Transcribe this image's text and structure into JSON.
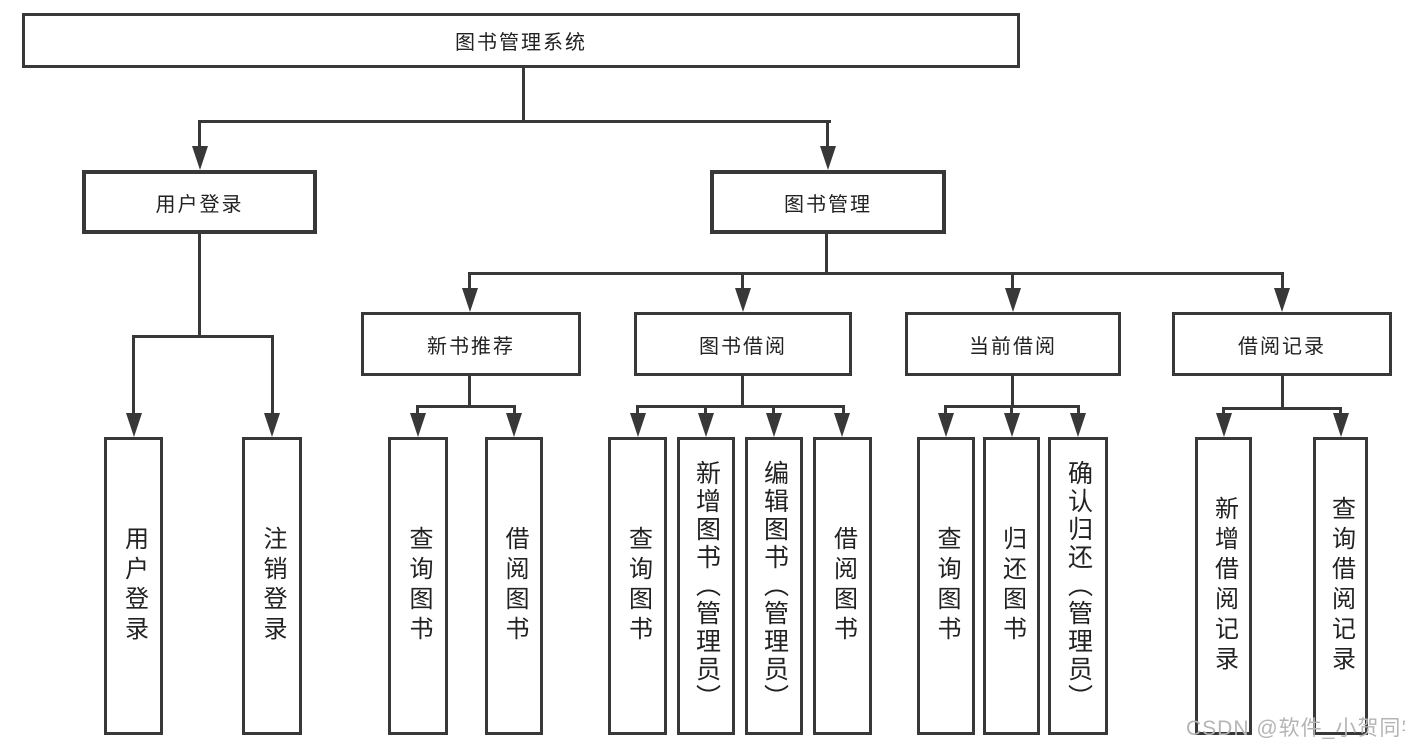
{
  "colors": {
    "background": "#ffffff",
    "line": "#383838",
    "box_border": "#383838",
    "text": "#222222",
    "watermark": "#b5b5b5"
  },
  "tree": {
    "root": {
      "label": "图书管理系统"
    },
    "branches": [
      {
        "label": "用户登录",
        "children": [
          {
            "label": "用户登录"
          },
          {
            "label": "注销登录"
          }
        ]
      },
      {
        "label": "图书管理",
        "children": [
          {
            "label": "新书推荐",
            "children": [
              {
                "label": "查询图书"
              },
              {
                "label": "借阅图书"
              }
            ]
          },
          {
            "label": "图书借阅",
            "children": [
              {
                "label": "查询图书"
              },
              {
                "label": "新增图书（管理员）"
              },
              {
                "label": "编辑图书（管理员）"
              },
              {
                "label": "借阅图书"
              }
            ]
          },
          {
            "label": "当前借阅",
            "children": [
              {
                "label": "查询图书"
              },
              {
                "label": "归还图书"
              },
              {
                "label": "确认归还（管理员）"
              }
            ]
          },
          {
            "label": "借阅记录",
            "children": [
              {
                "label": "新增借阅记录"
              },
              {
                "label": "查询借阅记录"
              }
            ]
          }
        ]
      }
    ]
  },
  "watermark": {
    "text": "CSDN @软件_小贺同学"
  }
}
